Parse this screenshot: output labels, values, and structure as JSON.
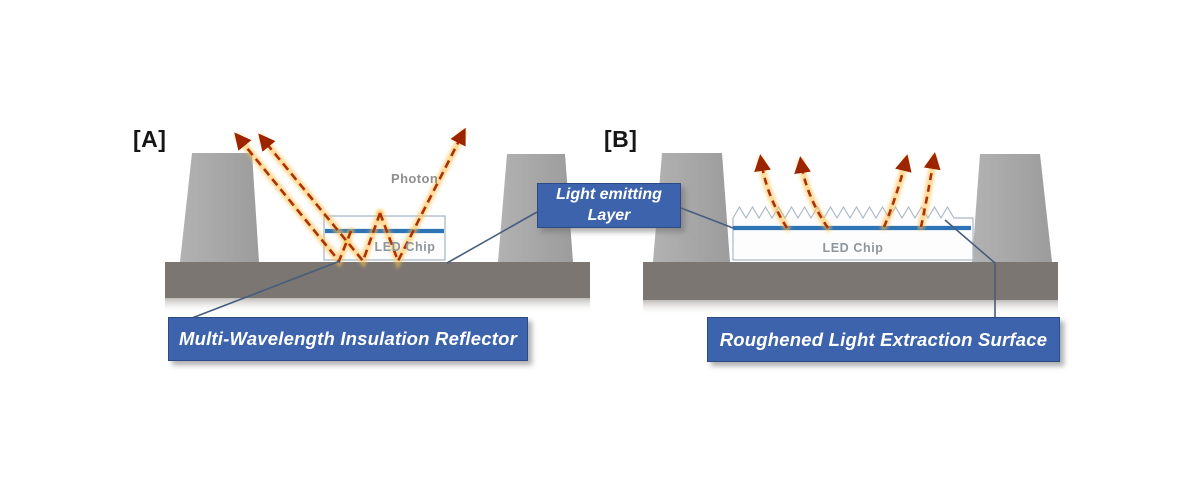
{
  "diagram": {
    "panel_a": {
      "tag": "[A]",
      "photon_label": "Photon",
      "chip_label": "LED Chip",
      "callout": "Multi-Wavelength Insulation Reflector"
    },
    "panel_b": {
      "tag": "[B]",
      "chip_label": "LED Chip",
      "callout": "Roughened Light Extraction Surface"
    },
    "shared_callout": {
      "line1": "Light emitting",
      "line2": "Layer"
    },
    "colors": {
      "callout_fill": "#3c63ac",
      "callout_border": "#2c4a84",
      "emitting_layer_blue": "#2e74b5",
      "photon_ray_red": "#ab3108",
      "photon_glow_orange": "#ffc04d",
      "electrode_gray": "#a9a9a9",
      "substrate_gray": "#7b7672",
      "leader_line": "#475d7d",
      "chip_outline": "#a9bac9"
    }
  }
}
